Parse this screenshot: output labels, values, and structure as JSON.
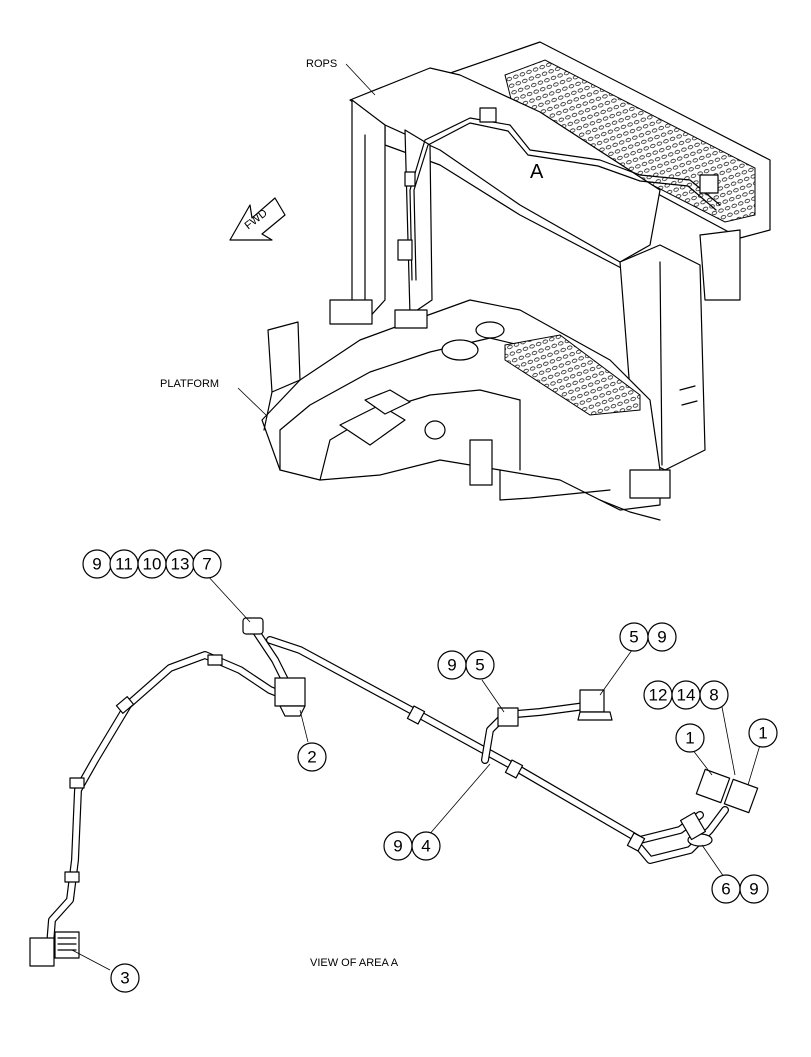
{
  "labels": {
    "rops": "ROPS",
    "platform": "PLATFORM",
    "fwd": "FWD",
    "area": "A",
    "view_caption": "VIEW OF AREA  A"
  },
  "callouts": [
    {
      "id": "c9a",
      "label": "9"
    },
    {
      "id": "c11",
      "label": "11"
    },
    {
      "id": "c10",
      "label": "10"
    },
    {
      "id": "c13",
      "label": "13"
    },
    {
      "id": "c7",
      "label": "7"
    },
    {
      "id": "c2",
      "label": "2"
    },
    {
      "id": "c9b",
      "label": "9"
    },
    {
      "id": "c5a",
      "label": "5"
    },
    {
      "id": "c5b",
      "label": "5"
    },
    {
      "id": "c9c",
      "label": "9"
    },
    {
      "id": "c12",
      "label": "12"
    },
    {
      "id": "c14",
      "label": "14"
    },
    {
      "id": "c8",
      "label": "8"
    },
    {
      "id": "c1a",
      "label": "1"
    },
    {
      "id": "c1b",
      "label": "1"
    },
    {
      "id": "c9d",
      "label": "9"
    },
    {
      "id": "c4",
      "label": "4"
    },
    {
      "id": "c6",
      "label": "6"
    },
    {
      "id": "c9e",
      "label": "9"
    },
    {
      "id": "c3",
      "label": "3"
    }
  ],
  "colors": {
    "line": "#000000",
    "background": "#ffffff"
  }
}
